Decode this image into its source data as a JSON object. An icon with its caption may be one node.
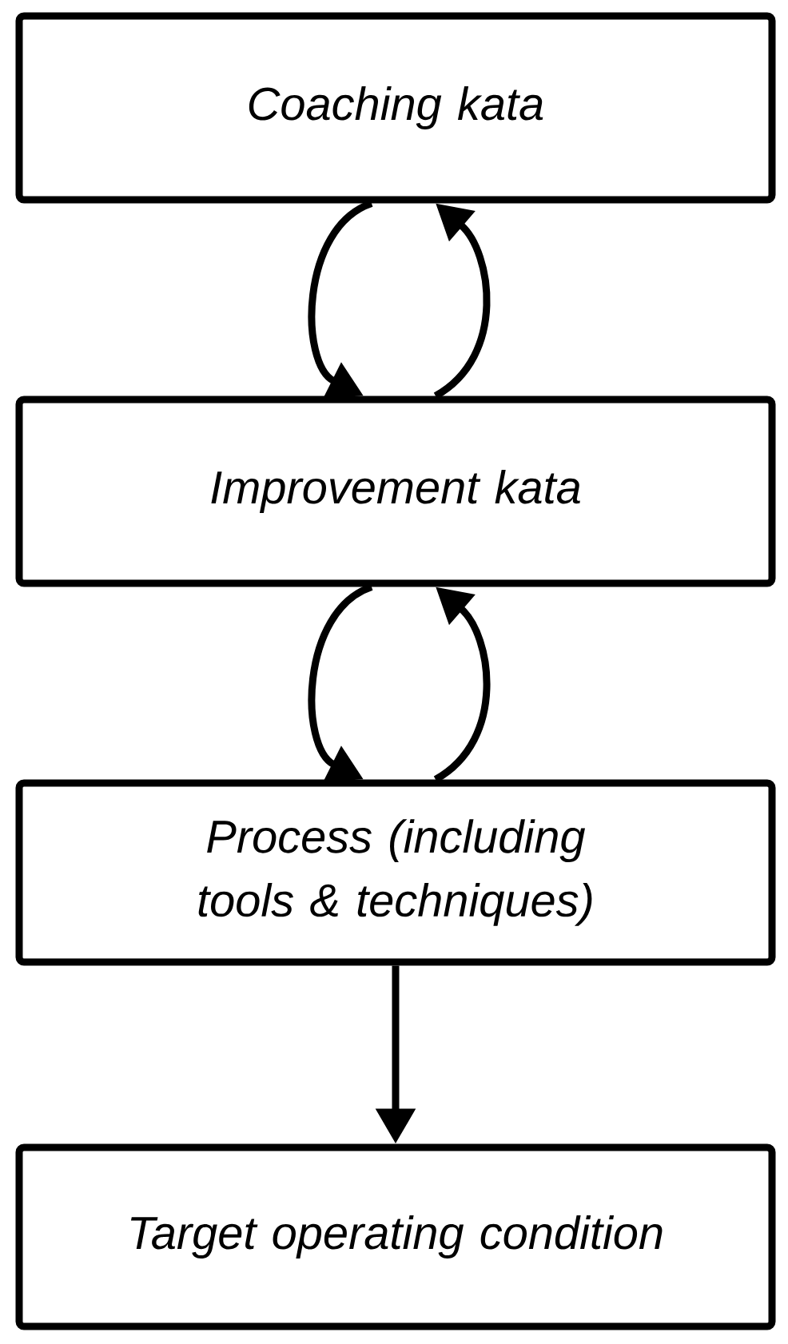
{
  "diagram": {
    "nodes": [
      {
        "text": [
          "Coaching kata"
        ]
      },
      {
        "text": [
          "Improvement kata"
        ]
      },
      {
        "text": [
          "Process (including tools & techniques)"
        ]
      },
      {
        "text": [
          "Target operating condition"
        ]
      }
    ],
    "edges": [
      {
        "from": 0,
        "to": 1,
        "arrow": "to"
      },
      {
        "from": 1,
        "to": 0,
        "arrow": "to"
      },
      {
        "from": 1,
        "to": 2,
        "arrow": "to"
      },
      {
        "from": 2,
        "to": 1,
        "arrow": "to"
      },
      {
        "from": 2,
        "to": 3,
        "arrow": "to"
      }
    ]
  }
}
